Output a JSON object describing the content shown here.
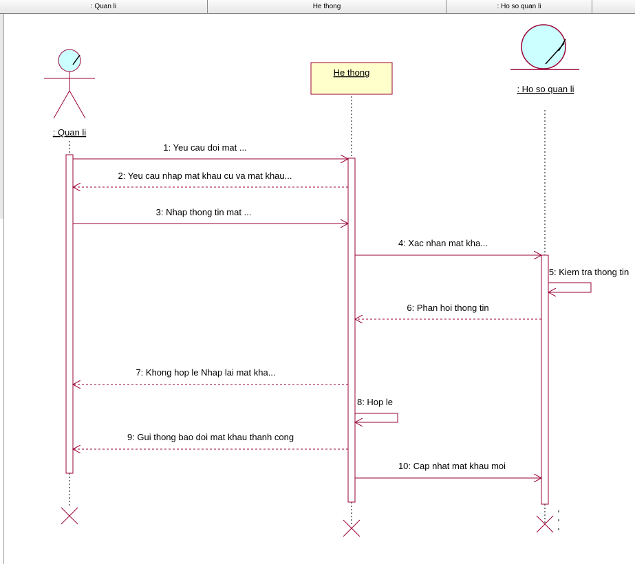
{
  "header": {
    "columns": [
      ": Quan li",
      "He thong",
      ": Ho so quan li"
    ]
  },
  "lifelines": {
    "actor": ": Quan li",
    "system": "He thong",
    "entity": ": Ho so quan li"
  },
  "messages": [
    {
      "label": "1: Yeu cau doi mat ..."
    },
    {
      "label": "2: Yeu cau nhap mat khau cu va mat khau..."
    },
    {
      "label": "3: Nhap thong tin mat ..."
    },
    {
      "label": "4: Xac nhan mat kha..."
    },
    {
      "label": "5: Kiem tra thong tin"
    },
    {
      "label": "6: Phan hoi thong tin"
    },
    {
      "label": "7: Khong hop le Nhap lai mat kha..."
    },
    {
      "label": "8: Hop le"
    },
    {
      "label": "9: Gui thong bao doi mat khau thanh cong"
    },
    {
      "label": "10: Cap nhat mat khau moi"
    }
  ],
  "colors": {
    "line": "#990033",
    "object_fill": "#ffffcc",
    "actor_fill": "#ccffff"
  }
}
